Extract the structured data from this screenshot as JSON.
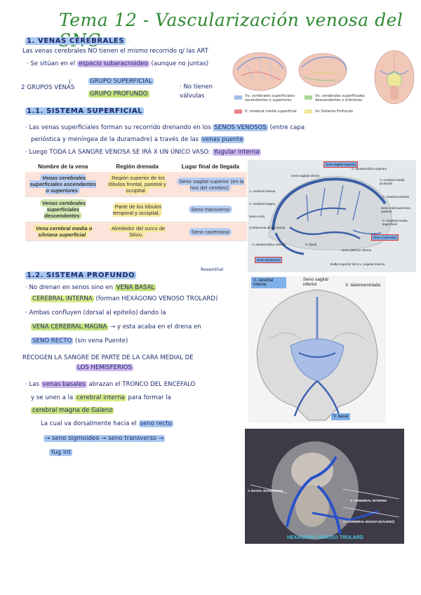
{
  "title": "Tema 12 - Vascularización venosa del SNC",
  "s1": {
    "heading": "1. VENAS CEREBRALES",
    "l1": "Las venas cerebrales NO tienen el mismo recorrido q/ las ART",
    "l2_pre": "· Se sitúan en el",
    "l2_hl": "espacio subaracnoideo",
    "l2_post": "(aunque no juntas)",
    "groups_label": "2 GRUPOS VENAS",
    "group_sup": "GRUPO SUPERFICIAL",
    "group_deep": "GRUPO PROFUNDO",
    "no_valves": "· No tienen válvulas"
  },
  "legend": {
    "items": [
      {
        "text": "Vv. cerebrales superficiales ascendentes o superiores",
        "color": "#9dbbe8"
      },
      {
        "text": "Vv. cerebrales superficiales descendentes o inferiores",
        "color": "#a9d69a"
      },
      {
        "text": "V. cerebral media superficial",
        "color": "#e8848a"
      },
      {
        "text": "Vv Sistema Profundo",
        "color": "#eee79a"
      }
    ]
  },
  "s11": {
    "heading": "1.1. SISTEMA SUPERFICIAL",
    "l1_pre": "· Las venas superficiales forman su recorrido drenando en los",
    "l1_hl": "SENOS VENOSOS",
    "l1_post": "(entre capa",
    "l2_pre": "perióstica y meníngea de la duramadre) a través de las",
    "l2_hl": "venas puente",
    "l3_pre": "· Luego TODA LA SANGRE VENOSA SE IRÁ X UN ÚNICO VASO:",
    "l3_hl": "Yugular interna"
  },
  "table": {
    "headers": [
      "Nombre de la vena",
      "Región drenada",
      "Lugar final de llegada"
    ],
    "rows": [
      [
        "Venas cerebrales superficiales ascendentes o superiores",
        "Región superior de los lóbulos frontal, parietal y occipital.",
        "Seno sagital superior (en la hoz del cerebro)"
      ],
      [
        "Venas cerebrales superficiales descendentes",
        "Parte de los lóbulos temporal y occipital.",
        "Seno transverso"
      ],
      [
        "Vena cerebral media o silviana superficial",
        "Alrededor del surco de Silvio.",
        "Seno cavernoso"
      ]
    ]
  },
  "fig1": {
    "labels": [
      "Seno sagital superior",
      "Seno sagital inferior",
      "V. anastomótica superior",
      "V. cerebral media profunda",
      "V. cerebral anterior",
      "Seno intercavernoso anterior",
      "V. cerebral media superficial",
      "Seno cavernoso",
      "Seno petroso inferior",
      "V. cerebral interna",
      "V. cerebral magna",
      "Seno recto",
      "Confluencia de los senos",
      "V. anastomótica inferior",
      "Seno transverso",
      "Bulbo superior de la v. yugular interna",
      "V. basal"
    ]
  },
  "s12": {
    "heading": "1.2. SISTEMA PROFUNDO",
    "note": "Rosenthal",
    "l1_pre": "· No drenan en senos sino en",
    "l1_hl": "VENA BASAL",
    "l1_hl2": "CEREBRAL INTERNA",
    "l1_post": "(forman HEXÁGONO VENOSO TROLARD)",
    "l2": "· Ambas confluyen (dorsal al epitelio) dando la",
    "l3_hl": "VENA CEREBRAL MAGNA",
    "l3_post": "→ y esta acaba en el drena en",
    "l4_hl": "SENO RECTO",
    "l4_post": "(sin vena Puente)",
    "p1": "RECOGEN LA SANGRE DE PARTE DE LA CARA MEDIAL DE",
    "p2": "LOS HEMISFERIOS",
    "l5_pre": "· Las",
    "l5_hl": "venas basales",
    "l5_post": "abrazan el TRONCO DEL ENCÉFALO",
    "l6_pre": "y se unen a la",
    "l6_hl": "cerebral interna",
    "l6_post": "para formar la",
    "l7_hl": "cerebral magna de Galeno",
    "l8_pre": "La cual va dorsalmente hacia el",
    "l8_hl": "seno recto",
    "l9": "→ seno sigmoideo → seno transverso →",
    "l10": "Yug Int"
  },
  "fig2": {
    "label_internal": "V. cerebral interna",
    "label_sagital": "Seno sagital inferior",
    "label_talamo": "V. talamoestriada",
    "label_basal": "V. basal"
  },
  "fig3": {
    "label_rosenthal": "V. BASAL ROSENTHAL",
    "label_interna": "V. CEREBRAL INTERNA",
    "label_magna": "V. CEREBRAL MAGNA (GALENO)",
    "caption": "HEXAGONO VENOSO TROLARD"
  }
}
